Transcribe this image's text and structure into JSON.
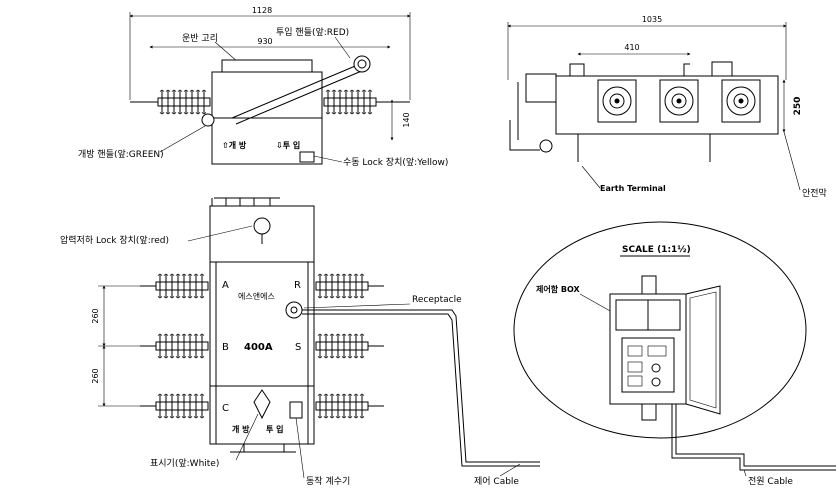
{
  "top_view": {
    "dim_overall": "1128",
    "dim_inner": "930",
    "dim_height": "140",
    "label_carry_handle": "운반 고리",
    "label_close_handle": "투입 핸들(앞:RED)",
    "label_open_handle": "개방 핸들(앞:GREEN)",
    "label_manual_lock": "수동 Lock 장치(앞:Yellow)",
    "label_open_mark": "⇧개 방",
    "label_close_mark": "⇩투 입"
  },
  "side_view": {
    "dim_overall": "1035",
    "dim_inner": "410",
    "dim_height": "250",
    "label_earth": "Earth Terminal",
    "label_safety": "안전막"
  },
  "front_view": {
    "label_pressure_lock": "압력저하 Lock 장치(앞:red)",
    "label_receptacle": "Receptacle",
    "label_indicator": "표시기(앞:White)",
    "label_counter": "동작 계수기",
    "label_control_cable": "제어 Cable",
    "label_power_cable": "전원 Cable",
    "dim_spacing_1": "260",
    "dim_spacing_2": "260",
    "phase_a": "A",
    "phase_b": "B",
    "phase_c": "C",
    "phase_r": "R",
    "phase_s": "S",
    "nameplate": "에스앤에스",
    "rating": "400A",
    "open_text": "개 방",
    "close_text": "투 입"
  },
  "detail": {
    "scale": "SCALE (1:1½)",
    "control_box": "제어함 BOX"
  }
}
